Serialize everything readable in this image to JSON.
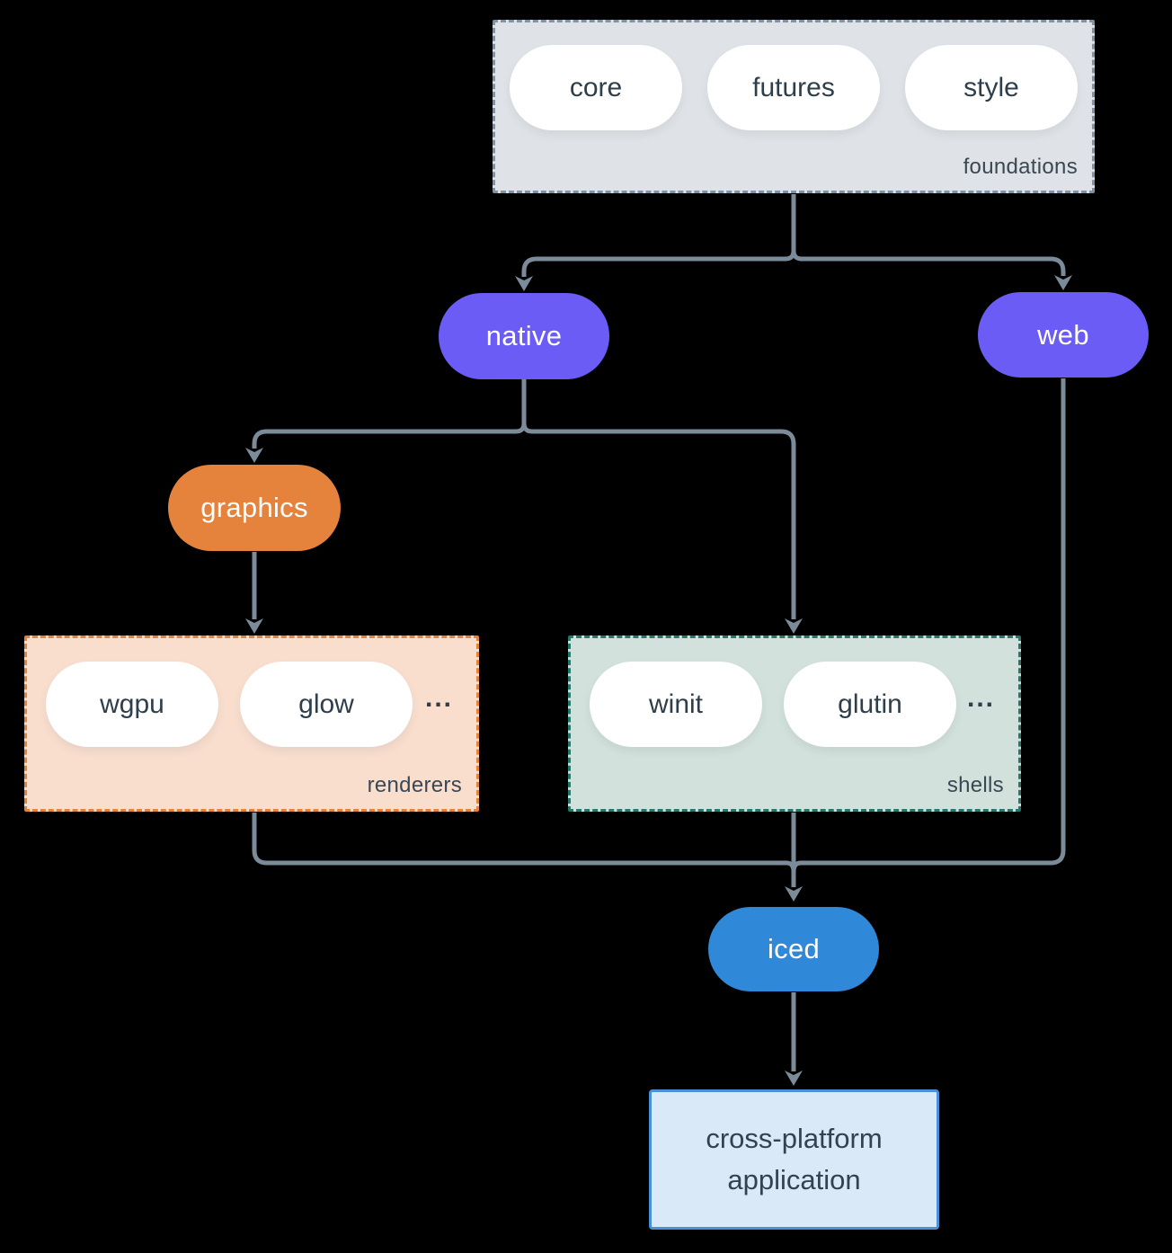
{
  "diagram": {
    "background_color": "#000000",
    "connector_color": "#7B8B99",
    "groups": {
      "foundations": {
        "label": "foundations",
        "fill": "#DFE3E7",
        "border_color": "#8392A1",
        "pills": [
          "core",
          "futures",
          "style"
        ]
      },
      "renderers": {
        "label": "renderers",
        "fill": "#F9DECE",
        "border_color": "#E5823C",
        "pills": [
          "wgpu",
          "glow"
        ],
        "more": "..."
      },
      "shells": {
        "label": "shells",
        "fill": "#D2E1DB",
        "border_color": "#25796A",
        "pills": [
          "winit",
          "glutin"
        ],
        "more": "..."
      }
    },
    "nodes": {
      "native": {
        "label": "native",
        "fill": "#6A5CF5"
      },
      "web": {
        "label": "web",
        "fill": "#6A5CF5"
      },
      "graphics": {
        "label": "graphics",
        "fill": "#E5823C"
      },
      "iced": {
        "label": "iced",
        "fill": "#2F88D8"
      },
      "application": {
        "lines": [
          "cross-platform",
          "application"
        ],
        "fill": "#D9E9F8",
        "border_color": "#4A90D9"
      }
    },
    "edges": [
      {
        "from": "foundations",
        "to": "native"
      },
      {
        "from": "foundations",
        "to": "web"
      },
      {
        "from": "native",
        "to": "graphics"
      },
      {
        "from": "native",
        "to": "shells"
      },
      {
        "from": "graphics",
        "to": "renderers"
      },
      {
        "from": "renderers",
        "to": "iced"
      },
      {
        "from": "shells",
        "to": "iced"
      },
      {
        "from": "web",
        "to": "iced"
      },
      {
        "from": "iced",
        "to": "application"
      }
    ]
  }
}
